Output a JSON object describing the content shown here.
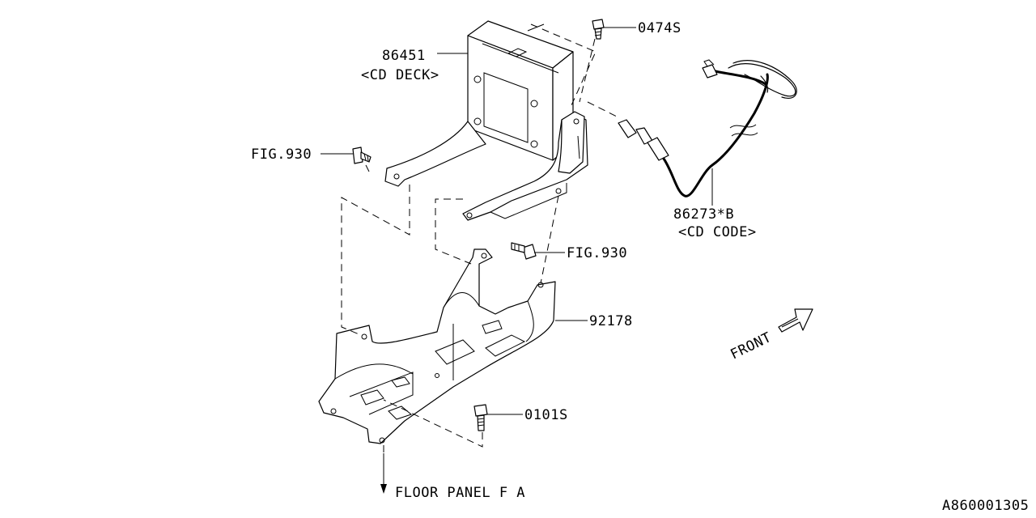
{
  "labels": {
    "cd_deck_part": "86451",
    "cd_deck_name": "<CD DECK>",
    "screw_top": "0474S",
    "fig_left": "FIG.930",
    "fig_mid": "FIG.930",
    "cd_code_part": "86273*B",
    "cd_code_name": "<CD CODE>",
    "bracket_part": "92178",
    "bolt_bottom": "0101S",
    "floor_panel": "FLOOR PANEL F A",
    "front": "FRONT",
    "diagram_id": "A860001305"
  }
}
